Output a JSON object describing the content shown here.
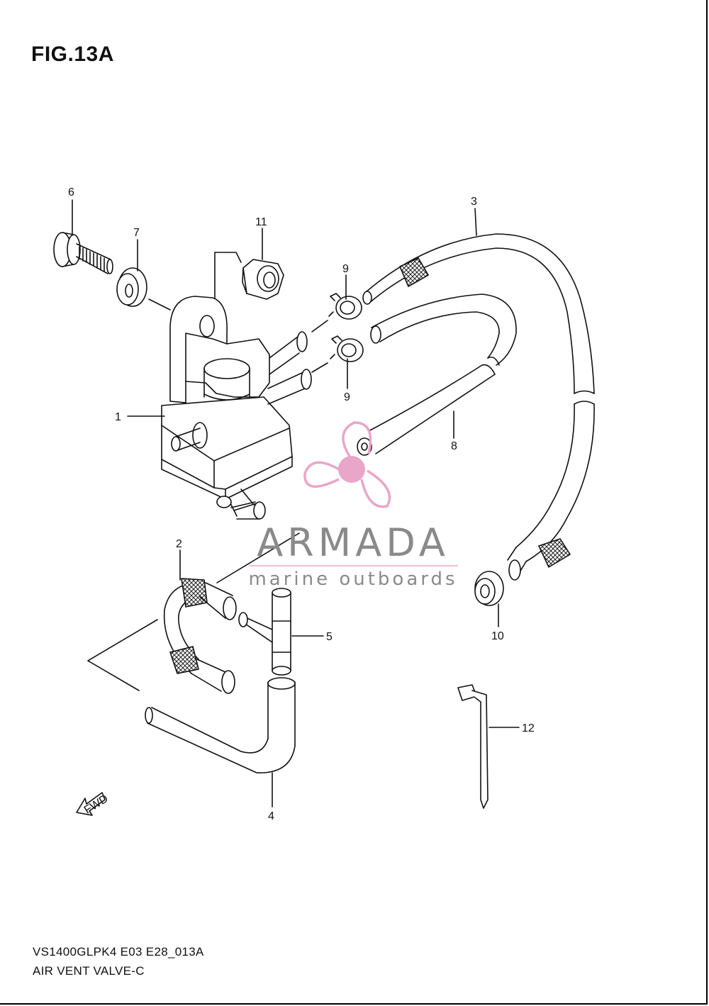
{
  "figure": {
    "title": "FIG.13A"
  },
  "footer": {
    "code": "VS1400GLPK4 E03 E28_013A",
    "name": "AIR VENT VALVE-C"
  },
  "callouts": {
    "c1": "1",
    "c2": "2",
    "c3": "3",
    "c4": "4",
    "c5": "5",
    "c6": "6",
    "c7": "7",
    "c8": "8",
    "c9a": "9",
    "c9b": "9",
    "c10": "10",
    "c11": "11",
    "c12": "12"
  },
  "fwd_marker": "FWD",
  "watermark": {
    "brand": "ARMADA",
    "tagline": "marine outboards",
    "color_pink": "#e9a6c9",
    "color_gray": "#8a8a8a"
  }
}
